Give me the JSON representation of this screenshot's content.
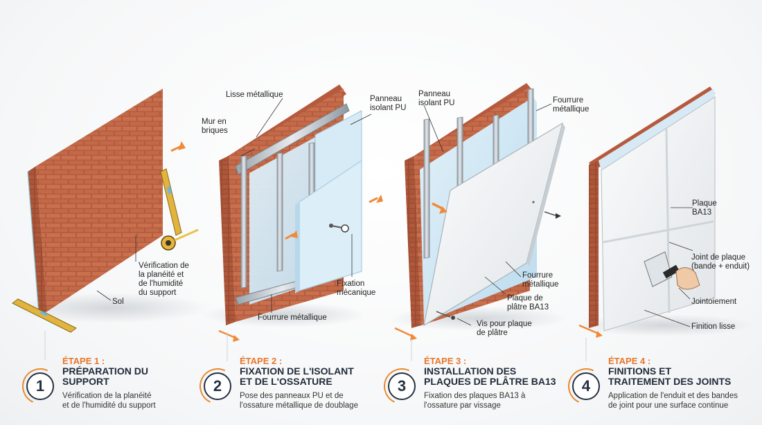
{
  "colors": {
    "accent": "#e8892e",
    "brick": "#c0694a",
    "insulation": "#cfe6f3",
    "plaster": "#f2f4f5",
    "text_dark": "#1f2a38"
  },
  "panel1": {
    "verification": "Vérification de\nla planéité et\nde l'humidité\ndu support",
    "floor": "Sol"
  },
  "panel2": {
    "rail": "Lisse métallique",
    "brick_wall": "Mur en\nbriques",
    "insulation_panel": "Panneau\nisolant PU",
    "fixing": "Fixation\nmécanique",
    "furring": "Fourrure métallique"
  },
  "panel3": {
    "insulation_panel": "Panneau\nisolant PU",
    "furring_top": "Fourrure\nmétallique",
    "furring_mid": "Fourrure\nmétallique",
    "plasterboard": "Plaque de\nplâtre BA13",
    "screws": "Vis pour plaque\nde plâtre"
  },
  "panel4": {
    "board": "Plaque\nBA13",
    "joint": "Joint de plaque\n(bande + enduit)",
    "jointing": "Jointoiement",
    "finish": "Finition lisse"
  },
  "steps": [
    {
      "number": "1",
      "label": "ÉTAPE 1 :",
      "title": "PRÉPARATION DU\nSUPPORT",
      "desc": "Vérification de la planéité\net de l'humidité du support"
    },
    {
      "number": "2",
      "label": "ÉTAPE 2 :",
      "title": "FIXATION DE L'ISOLANT\nET DE L'OSSATURE",
      "desc": "Pose des panneaux PU et de\nl'ossature métallique de doublage"
    },
    {
      "number": "3",
      "label": "ÉTAPE 3 :",
      "title": "INSTALLATION DES\nPLAQUES DE PLÂTRE BA13",
      "desc": "Fixation des plaques BA13 à\nl'ossature par vissage"
    },
    {
      "number": "4",
      "label": "ÉTAPE 4 :",
      "title": "FINITIONS ET\nTRAITEMENT DES JOINTS",
      "desc": "Application de l'enduit et des bandes\nde joint pour une surface continue"
    }
  ]
}
